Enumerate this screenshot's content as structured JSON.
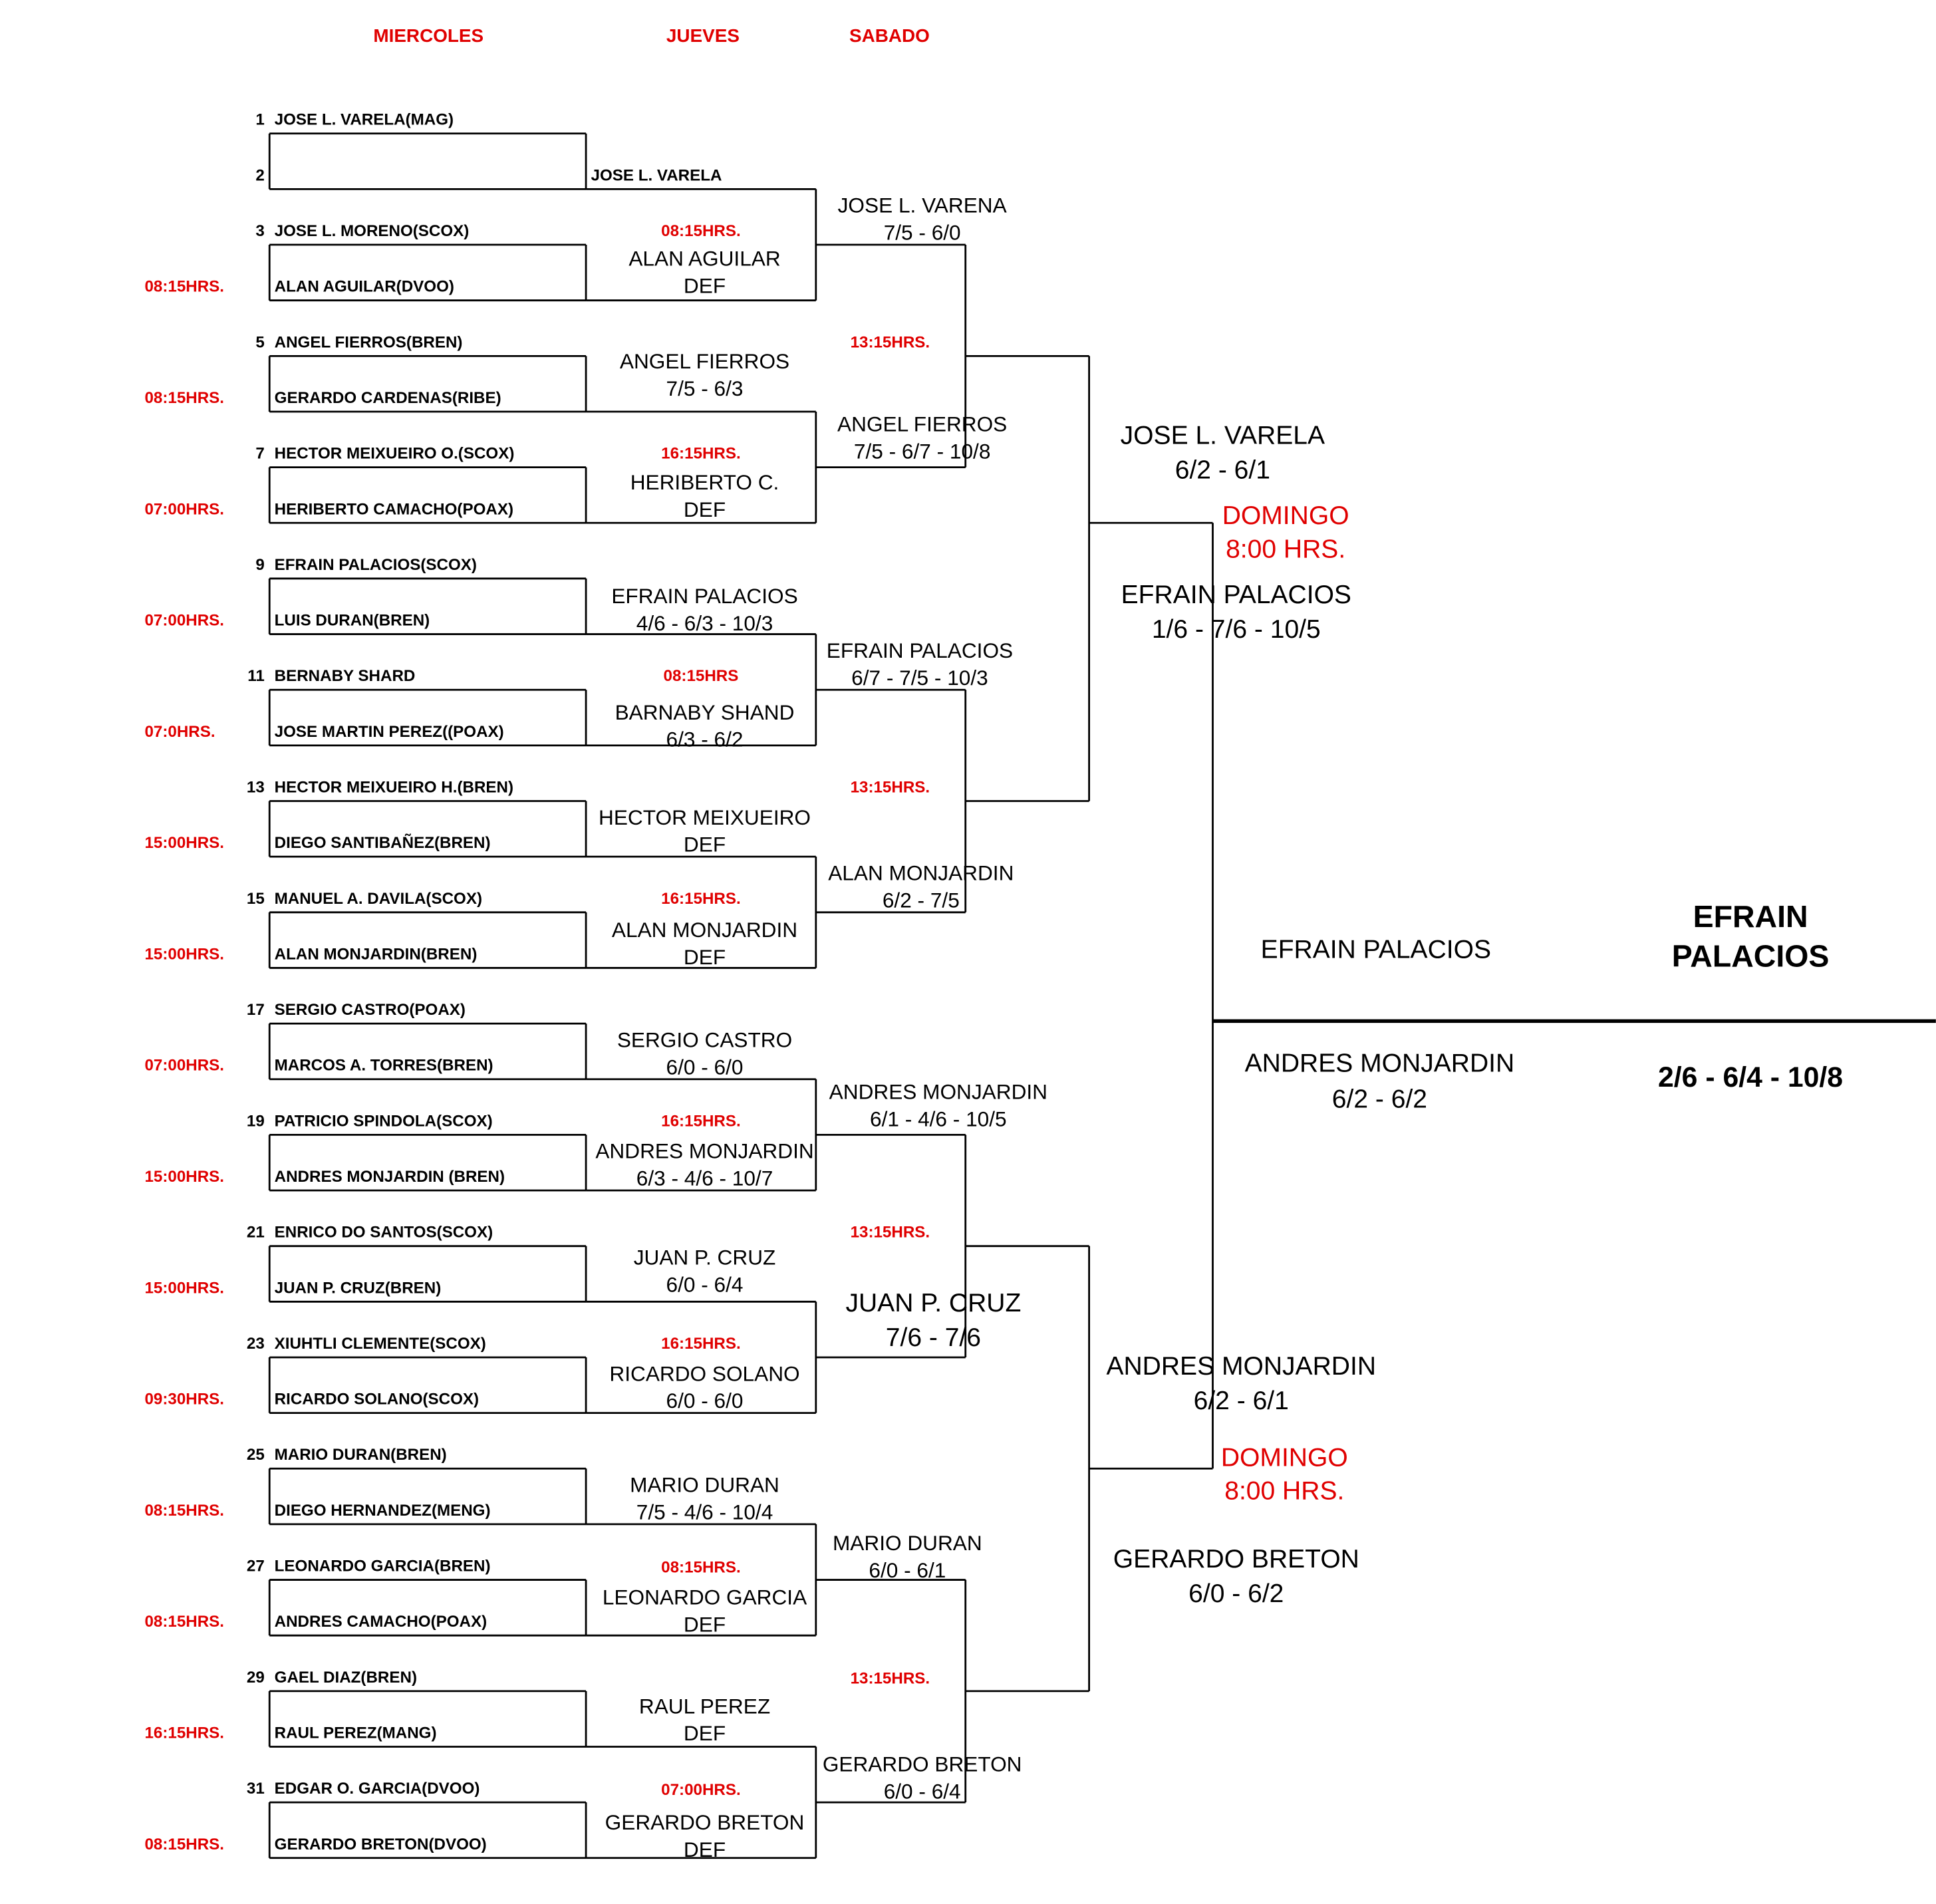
{
  "headers": {
    "wed": "MIERCOLES",
    "thu": "JUEVES",
    "sat": "SABADO"
  },
  "first_round": [
    {
      "seed_top": "1",
      "top": "JOSE L. VARELA(MAG)",
      "seed_bottom": "2",
      "bottom": "",
      "time_left": ""
    },
    {
      "seed_top": "3",
      "top": "JOSE L. MORENO(SCOX)",
      "seed_bottom": "",
      "bottom": "ALAN AGUILAR(DVOO)",
      "time_left": "08:15HRS."
    },
    {
      "seed_top": "5",
      "top": "ANGEL FIERROS(BREN)",
      "seed_bottom": "",
      "bottom": "GERARDO CARDENAS(RIBE)",
      "time_left": "08:15HRS."
    },
    {
      "seed_top": "7",
      "top": "HECTOR MEIXUEIRO O.(SCOX)",
      "seed_bottom": "",
      "bottom": "HERIBERTO CAMACHO(POAX)",
      "time_left": "07:00HRS."
    },
    {
      "seed_top": "9",
      "top": "EFRAIN PALACIOS(SCOX)",
      "seed_bottom": "",
      "bottom": "LUIS DURAN(BREN)",
      "time_left": "07:00HRS."
    },
    {
      "seed_top": "11",
      "top": "BERNABY SHARD",
      "seed_bottom": "",
      "bottom": "JOSE MARTIN PEREZ((POAX)",
      "time_left": "07:0HRS."
    },
    {
      "seed_top": "13",
      "top": "HECTOR MEIXUEIRO H.(BREN)",
      "seed_bottom": "",
      "bottom": "DIEGO SANTIBAÑEZ(BREN)",
      "time_left": "15:00HRS."
    },
    {
      "seed_top": "15",
      "top": "MANUEL A. DAVILA(SCOX)",
      "seed_bottom": "",
      "bottom": "ALAN MONJARDIN(BREN)",
      "time_left": "15:00HRS."
    },
    {
      "seed_top": "17",
      "top": "SERGIO CASTRO(POAX)",
      "seed_bottom": "",
      "bottom": "MARCOS A. TORRES(BREN)",
      "time_left": "07:00HRS."
    },
    {
      "seed_top": "19",
      "top": "PATRICIO SPINDOLA(SCOX)",
      "seed_bottom": "",
      "bottom": "ANDRES MONJARDIN (BREN)",
      "time_left": "15:00HRS."
    },
    {
      "seed_top": "21",
      "top": "ENRICO DO SANTOS(SCOX)",
      "seed_bottom": "",
      "bottom": "JUAN P. CRUZ(BREN)",
      "time_left": "15:00HRS."
    },
    {
      "seed_top": "23",
      "top": "XIUHTLI CLEMENTE(SCOX)",
      "seed_bottom": "",
      "bottom": "RICARDO SOLANO(SCOX)",
      "time_left": "09:30HRS."
    },
    {
      "seed_top": "25",
      "top": "MARIO DURAN(BREN)",
      "seed_bottom": "",
      "bottom": "DIEGO HERNANDEZ(MENG)",
      "time_left": "08:15HRS."
    },
    {
      "seed_top": "27",
      "top": "LEONARDO GARCIA(BREN)",
      "seed_bottom": "",
      "bottom": "ANDRES CAMACHO(POAX)",
      "time_left": "08:15HRS."
    },
    {
      "seed_top": "29",
      "top": "GAEL DIAZ(BREN)",
      "seed_bottom": "",
      "bottom": "RAUL PEREZ(MANG)",
      "time_left": "16:15HRS."
    },
    {
      "seed_top": "31",
      "top": "EDGAR O. GARCIA(DVOO)",
      "seed_bottom": "",
      "bottom": "GERARDO BRETON(DVOO)",
      "time_left": "08:15HRS."
    }
  ],
  "second_round": [
    {
      "name": "JOSE L. VARELA",
      "result": ""
    },
    {
      "name": "ALAN AGUILAR",
      "result": "DEF"
    },
    {
      "name": "ANGEL FIERROS",
      "result": "7/5 - 6/3"
    },
    {
      "name": "HERIBERTO C.",
      "result": "DEF"
    },
    {
      "name": "EFRAIN PALACIOS",
      "result": "4/6 - 6/3 - 10/3"
    },
    {
      "name": "BARNABY SHAND",
      "result": "6/3 - 6/2"
    },
    {
      "name": "HECTOR MEIXUEIRO",
      "result": "DEF"
    },
    {
      "name": "ALAN MONJARDIN",
      "result": "DEF"
    },
    {
      "name": "SERGIO CASTRO",
      "result": "6/0 - 6/0"
    },
    {
      "name": "ANDRES MONJARDIN",
      "result": "6/3 - 4/6 - 10/7"
    },
    {
      "name": "JUAN P. CRUZ",
      "result": "6/0 - 6/4"
    },
    {
      "name": "RICARDO SOLANO",
      "result": "6/0 - 6/0"
    },
    {
      "name": "MARIO DURAN",
      "result": "7/5 - 4/6 - 10/4"
    },
    {
      "name": "LEONARDO GARCIA",
      "result": "DEF"
    },
    {
      "name": "RAUL PEREZ",
      "result": "DEF"
    },
    {
      "name": "GERARDO BRETON",
      "result": "DEF"
    }
  ],
  "thursday_times": [
    "08:15HRS.",
    "16:15HRS.",
    "08:15HRS",
    "16:15HRS.",
    "16:15HRS.",
    "16:15HRS.",
    "08:15HRS.",
    "07:00HRS."
  ],
  "quarter_final": [
    {
      "name": "JOSE L. VARENA",
      "result": "7/5 - 6/0"
    },
    {
      "name": "ANGEL FIERROS",
      "result": "7/5 - 6/7 - 10/8"
    },
    {
      "name": "EFRAIN PALACIOS",
      "result": "6/7  - 7/5 - 10/3"
    },
    {
      "name": "ALAN MONJARDIN",
      "result": "6/2 - 7/5"
    },
    {
      "name": "ANDRES MONJARDIN",
      "result": "6/1 - 4/6 - 10/5"
    },
    {
      "name": "JUAN P. CRUZ",
      "result": "7/6  -  7/6"
    },
    {
      "name": "MARIO DURAN",
      "result": "6/0 - 6/1"
    },
    {
      "name": "GERARDO BRETON",
      "result": "6/0 - 6/4"
    }
  ],
  "saturday_times": [
    "13:15HRS.",
    "13:15HRS.",
    "13:15HRS.",
    "13:15HRS."
  ],
  "semi_final": [
    {
      "name": "JOSE L. VARELA",
      "result": "6/2  -  6/1"
    },
    {
      "name": "EFRAIN PALACIOS",
      "result": "1/6  -  7/6  -  10/5"
    },
    {
      "name": "ANDRES MONJARDIN",
      "result": "6/2  -  6/1"
    },
    {
      "name": "GERARDO BRETON",
      "result": "6/0  -  6/2"
    }
  ],
  "sunday": [
    {
      "day": "DOMINGO",
      "time": "8:00 HRS."
    },
    {
      "day": "DOMINGO",
      "time": "8:00 HRS."
    }
  ],
  "final": {
    "top": "EFRAIN PALACIOS",
    "bottom_name": "ANDRES MONJARDIN",
    "bottom_result": "6/2  -  6/2"
  },
  "champion": {
    "line1": "EFRAIN",
    "line2": "PALACIOS",
    "score": "2/6 - 6/4 - 10/8"
  },
  "colors": {
    "accent": "#e00000",
    "text": "#000000",
    "line": "#000000"
  }
}
